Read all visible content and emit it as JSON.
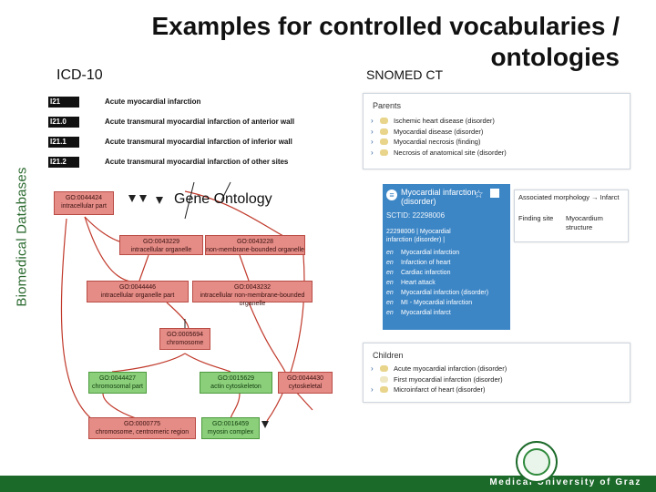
{
  "slide": {
    "side_label": "Biomedical Databases",
    "title": "Examples for controlled vocabularies / ontologies",
    "labels": {
      "icd": "ICD-10",
      "snomed": "SNOMED CT",
      "go": "Gene Ontology"
    },
    "footer": "Medical University of Graz"
  },
  "icd10": {
    "rows": [
      {
        "code": "I21",
        "desc": "Acute myocardial infarction"
      },
      {
        "code": "I21.0",
        "desc": "Acute transmural myocardial infarction of anterior wall"
      },
      {
        "code": "I21.1",
        "desc": "Acute transmural myocardial infarction of inferior wall"
      },
      {
        "code": "I21.2",
        "desc": "Acute transmural myocardial infarction of other sites"
      }
    ]
  },
  "gene_ontology": {
    "nodes": [
      {
        "id": "GO:0044424",
        "label": "intracellular part",
        "color": "red"
      },
      {
        "id": "GO:0043229",
        "label": "intracellular organelle",
        "color": "red"
      },
      {
        "id": "GO:0043228",
        "label": "non-membrane-bounded organelle",
        "color": "red"
      },
      {
        "id": "GO:0044446",
        "label": "intracellular organelle part",
        "color": "red"
      },
      {
        "id": "GO:0043232",
        "label": "intracellular non-membrane-bounded organelle",
        "color": "red"
      },
      {
        "id": "GO:0005694",
        "label": "chromosome",
        "color": "red"
      },
      {
        "id": "GO:0044427",
        "label": "chromosomal part",
        "color": "green"
      },
      {
        "id": "GO:0015629",
        "label": "actin cytoskeleton",
        "color": "green"
      },
      {
        "id": "GO:0044430",
        "label": "cytoskeletal",
        "color": "red"
      },
      {
        "id": "GO:0000775",
        "label": "chromosome, centromeric region",
        "color": "red"
      },
      {
        "id": "GO:0016459",
        "label": "myosin complex",
        "color": "green"
      }
    ]
  },
  "snomed": {
    "parents": {
      "heading": "Parents",
      "items": [
        "Ischemic heart disease (disorder)",
        "Myocardial disease (disorder)",
        "Myocardial necrosis (finding)",
        "Necrosis of anatomical site (disorder)"
      ]
    },
    "concept": {
      "name": "Myocardial infarction (disorder)",
      "sctid": "SCTID: 22298006",
      "fsn": "22298006 | Myocardial infarction (disorder) |",
      "synonyms": [
        {
          "lang": "en",
          "term": "Myocardial infarction"
        },
        {
          "lang": "en",
          "term": "Infarction of heart"
        },
        {
          "lang": "en",
          "term": "Cardiac infarction"
        },
        {
          "lang": "en",
          "term": "Heart attack"
        },
        {
          "lang": "en",
          "term": "Myocardial infarction (disorder)"
        },
        {
          "lang": "en",
          "term": "MI - Myocardial infarction"
        },
        {
          "lang": "en",
          "term": "Myocardial infarct"
        }
      ]
    },
    "attributes": {
      "heading": "Associated morphology → Infarct",
      "finding_site_label": "Finding site",
      "finding_site_value": "Myocardium structure"
    },
    "children": {
      "heading": "Children",
      "items": [
        "Acute myocardial infarction (disorder)",
        "First myocardial infarction (disorder)",
        "Microinfarct of heart (disorder)"
      ]
    }
  }
}
